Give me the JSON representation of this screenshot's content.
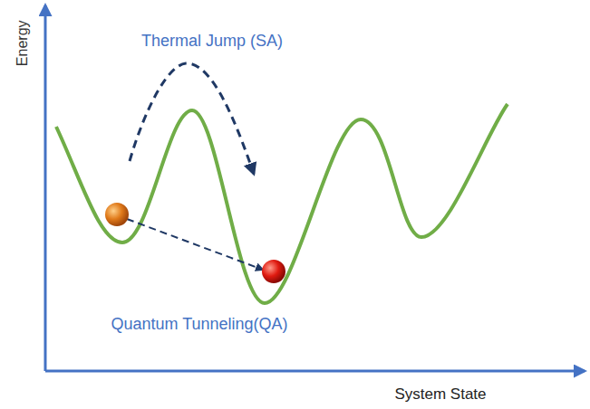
{
  "diagram": {
    "labels": [
      "Energy",
      "Thermal Jump (SA)",
      "Quantum Tunneling(QA)",
      "System State"
    ]
  }
}
